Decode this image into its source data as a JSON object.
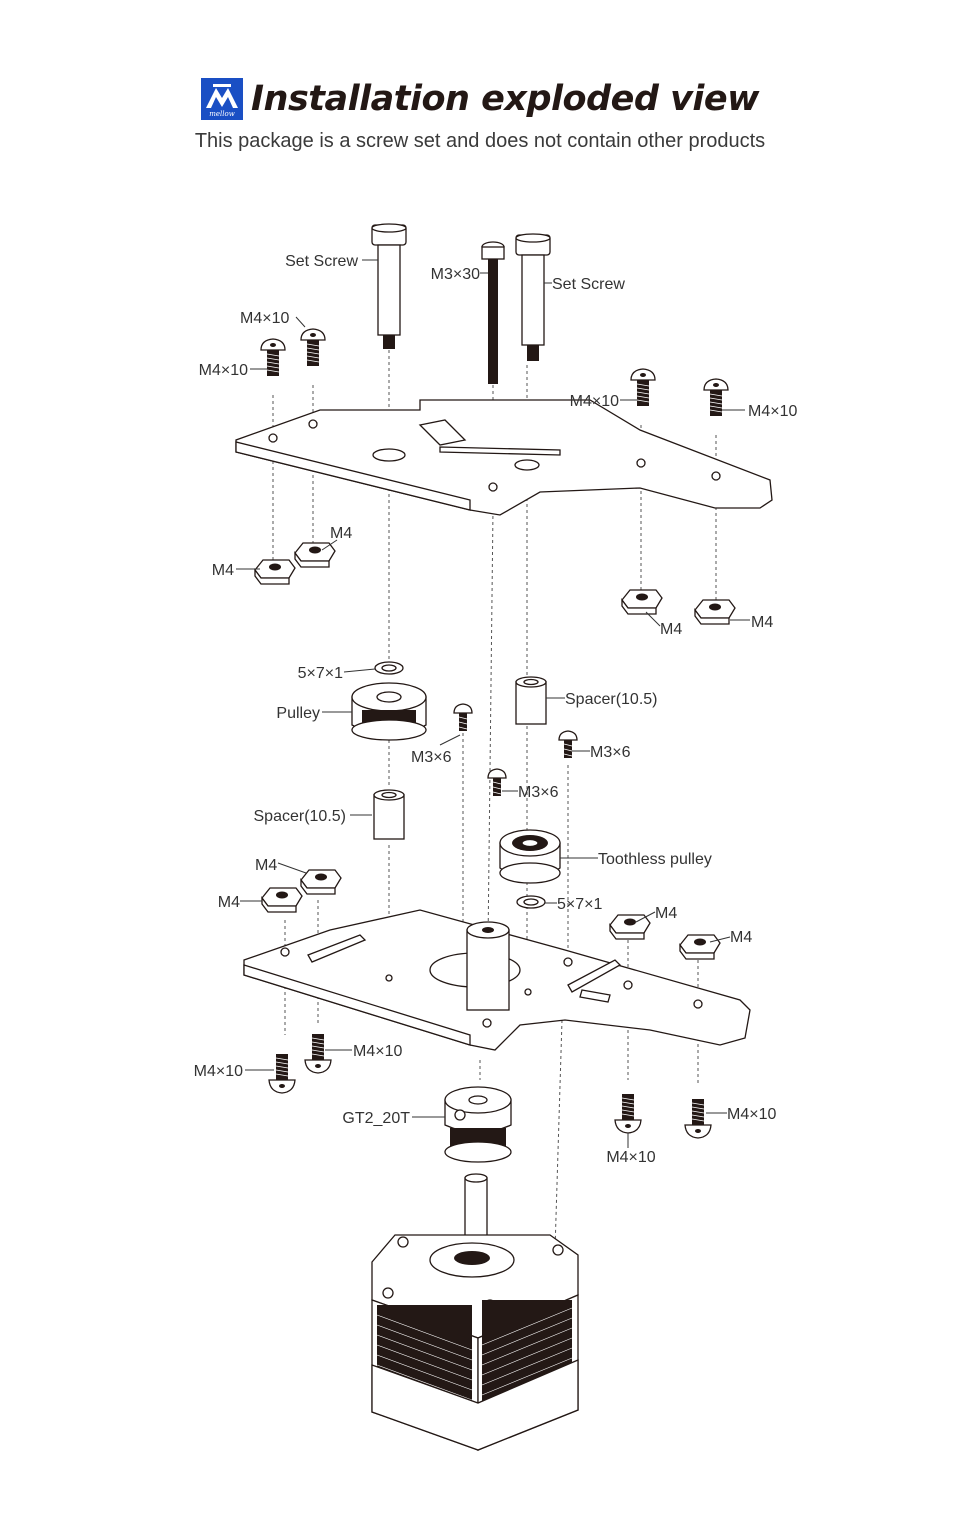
{
  "header": {
    "title": "Installation exploded view",
    "subtitle": "This package is a screw set and does not contain other products",
    "logo_text": "mellow",
    "logo_color": "#1a4fc4"
  },
  "labels": {
    "set_screw_left": "Set Screw",
    "m3x30": "M3×30",
    "set_screw_right": "Set Screw",
    "m4x10_tl_top": "M4×10",
    "m4x10_tl_left": "M4×10",
    "m4x10_tr_left": "M4×10",
    "m4x10_tr_right": "M4×10",
    "m4_nut_l1": "M4",
    "m4_nut_l2": "M4",
    "m4_nut_r1": "M4",
    "m4_nut_r2": "M4",
    "washer_top": "5×7×1",
    "pulley": "Pulley",
    "spacer_right": "Spacer(10.5)",
    "m3x6_a": "M3×6",
    "m3x6_b": "M3×6",
    "m3x6_c": "M3×6",
    "spacer_left": "Spacer(10.5)",
    "toothless_pulley": "Toothless pulley",
    "m4_nut_l3": "M4",
    "m4_nut_l4": "M4",
    "washer_bottom": "5×7×1",
    "m4_nut_r3": "M4",
    "m4_nut_r4": "M4",
    "m4x10_bl_right": "M4×10",
    "m4x10_bl_left": "M4×10",
    "gt2": "GT2_20T",
    "m4x10_br_right": "M4×10",
    "m4x10_br_bottom": "M4×10"
  }
}
